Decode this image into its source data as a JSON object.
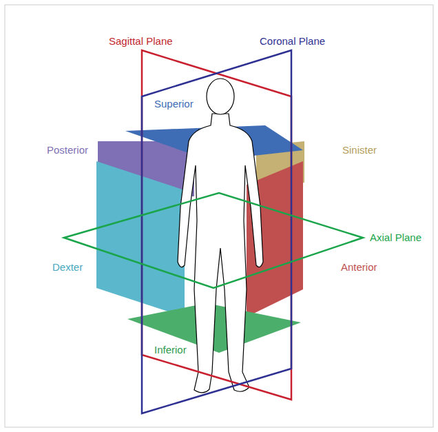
{
  "diagram": {
    "labels": [
      "Sagittal Plane",
      "Coronal Plane",
      "Superior",
      "Posterior",
      "Sinister",
      "Axial Plane",
      "Dexter",
      "Anterior",
      "Inferior"
    ]
  }
}
